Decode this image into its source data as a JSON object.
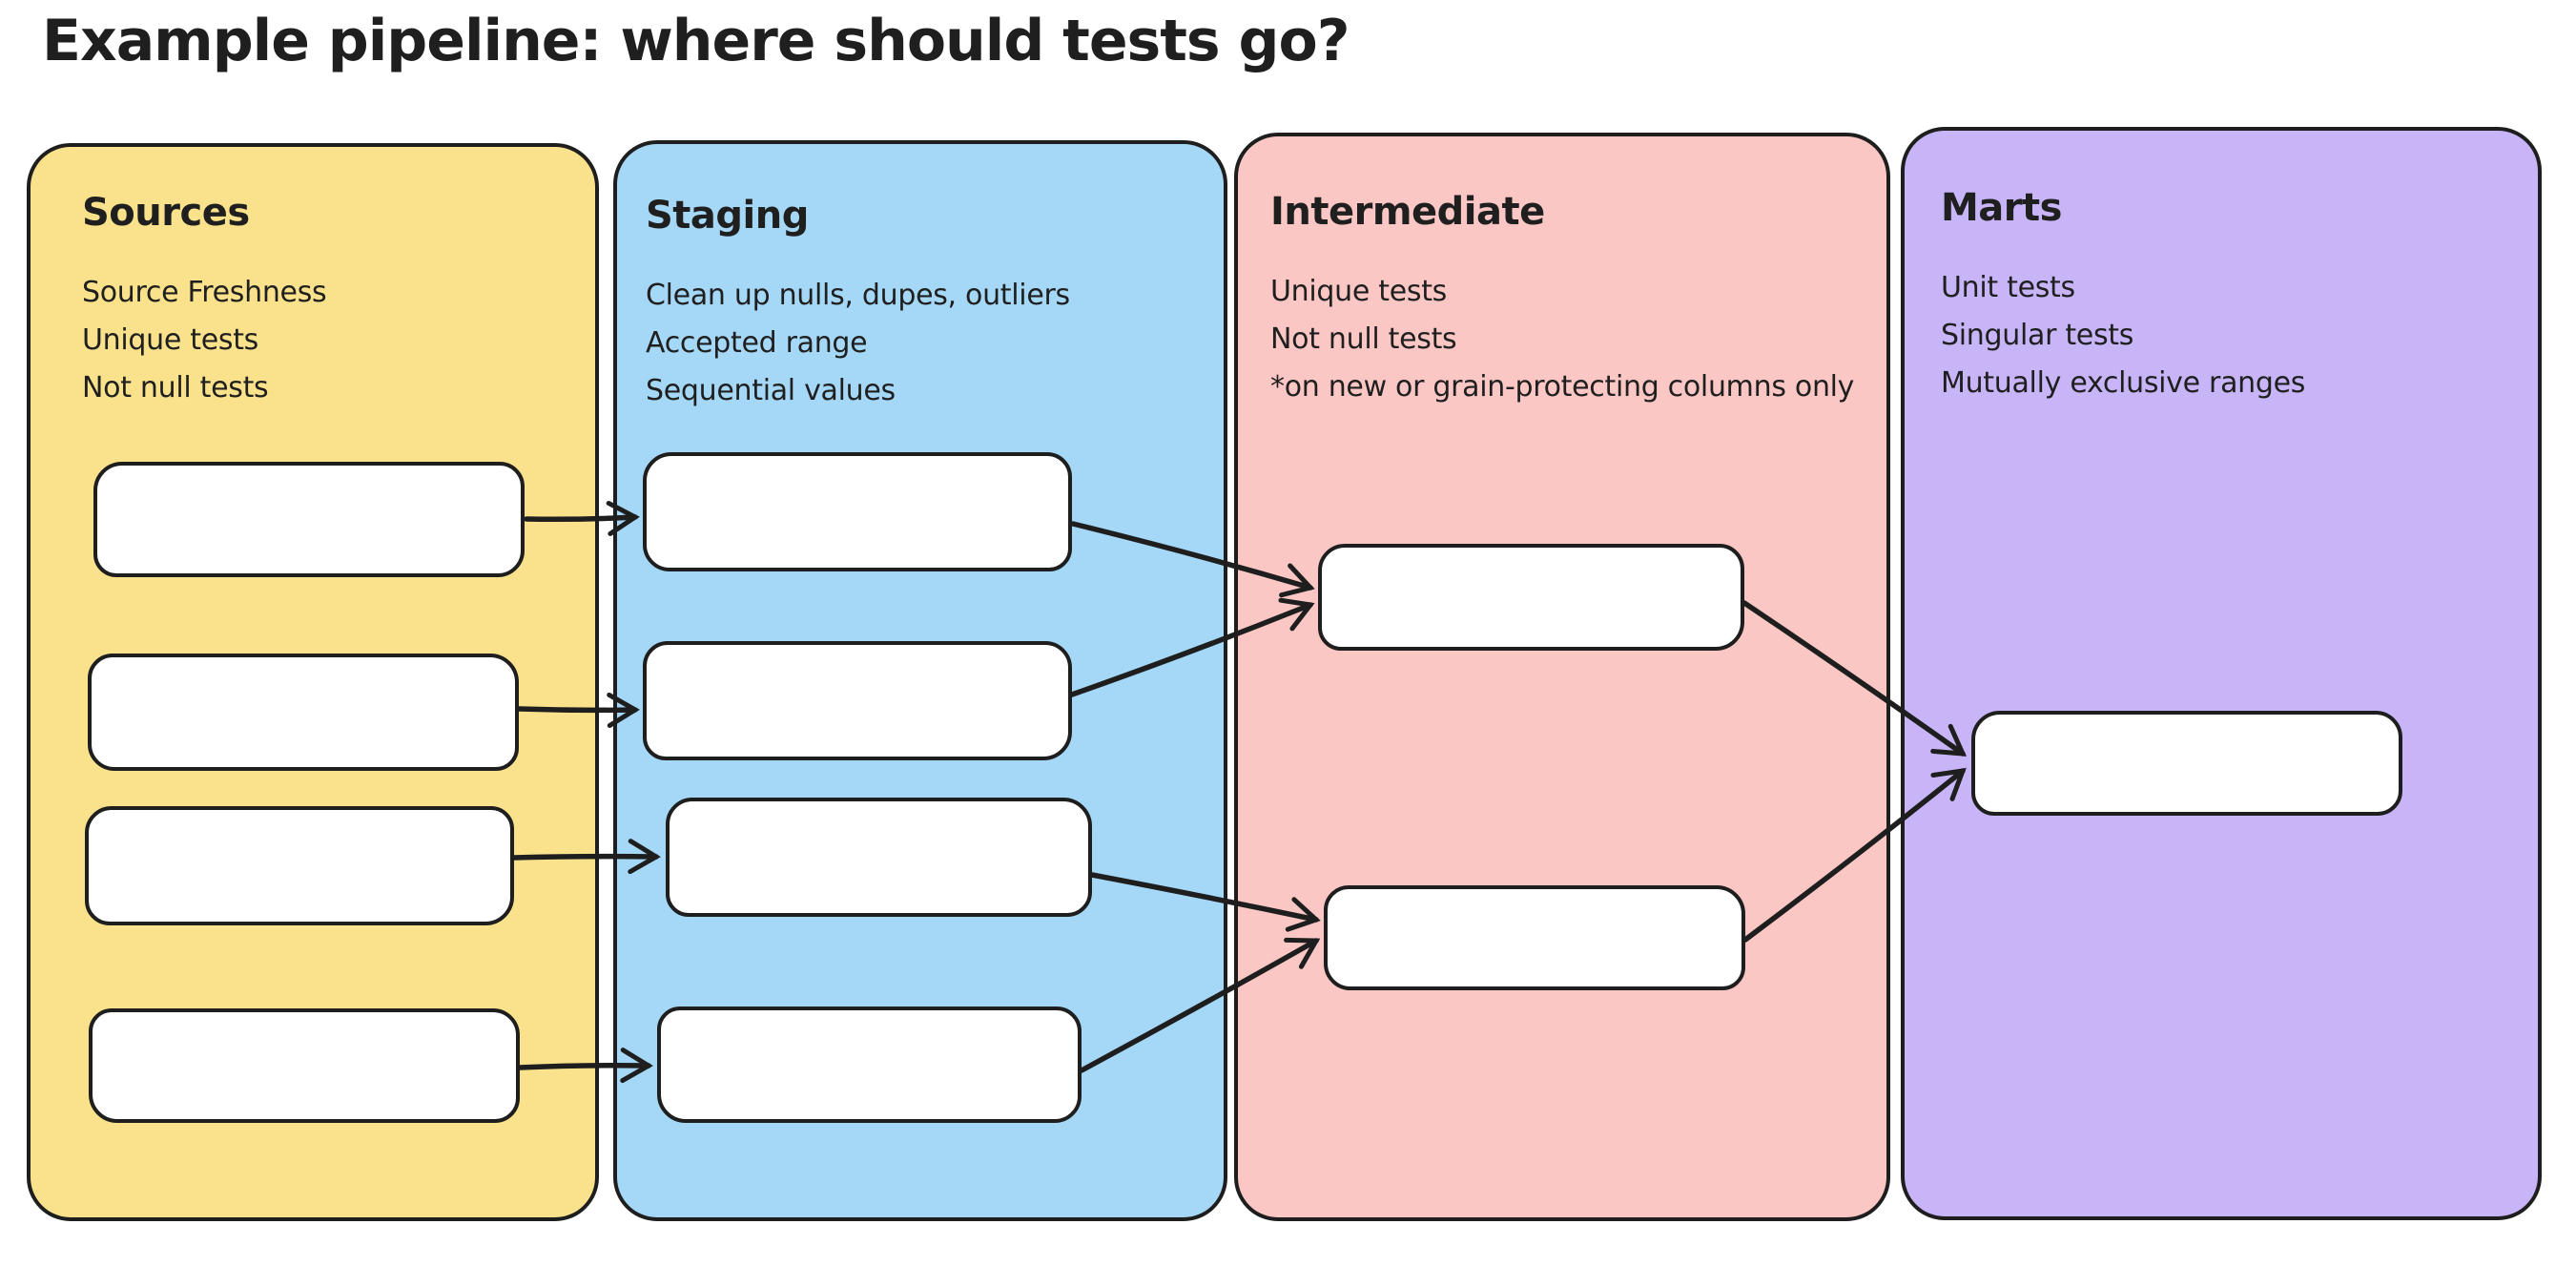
{
  "title": "Example pipeline: where should tests go?",
  "colors": {
    "background": "#ffffff",
    "stroke": "#1e1e1e",
    "node_fill": "#ffffff",
    "sources_fill": "#f9e28b",
    "staging_fill": "#a5d8f7",
    "intermediate_fill": "#fbc7c4",
    "marts_fill": "#c8b5f8"
  },
  "columns": [
    {
      "id": "sources",
      "label": "Sources",
      "notes": [
        "Source Freshness",
        "Unique tests",
        "Not null tests"
      ]
    },
    {
      "id": "staging",
      "label": "Staging",
      "notes": [
        "Clean up nulls, dupes, outliers",
        "Accepted range",
        "Sequential values"
      ]
    },
    {
      "id": "intermediate",
      "label": "Intermediate",
      "notes": [
        "Unique tests",
        "Not null tests",
        "*on new or grain-protecting columns only"
      ]
    },
    {
      "id": "marts",
      "label": "Marts",
      "notes": [
        "Unit tests",
        "Singular tests",
        "Mutually exclusive ranges"
      ]
    }
  ],
  "graph": {
    "nodes": [
      {
        "id": "src-1",
        "column": "sources"
      },
      {
        "id": "src-2",
        "column": "sources"
      },
      {
        "id": "src-3",
        "column": "sources"
      },
      {
        "id": "src-4",
        "column": "sources"
      },
      {
        "id": "stg-1",
        "column": "staging"
      },
      {
        "id": "stg-2",
        "column": "staging"
      },
      {
        "id": "stg-3",
        "column": "staging"
      },
      {
        "id": "stg-4",
        "column": "staging"
      },
      {
        "id": "int-1",
        "column": "intermediate"
      },
      {
        "id": "int-2",
        "column": "intermediate"
      },
      {
        "id": "mart-1",
        "column": "marts"
      }
    ],
    "edges": [
      {
        "from": "src-1",
        "to": "stg-1"
      },
      {
        "from": "src-2",
        "to": "stg-2"
      },
      {
        "from": "src-3",
        "to": "stg-3"
      },
      {
        "from": "src-4",
        "to": "stg-4"
      },
      {
        "from": "stg-1",
        "to": "int-1"
      },
      {
        "from": "stg-2",
        "to": "int-1"
      },
      {
        "from": "stg-3",
        "to": "int-2"
      },
      {
        "from": "stg-4",
        "to": "int-2"
      },
      {
        "from": "int-1",
        "to": "mart-1"
      },
      {
        "from": "int-2",
        "to": "mart-1"
      }
    ]
  }
}
